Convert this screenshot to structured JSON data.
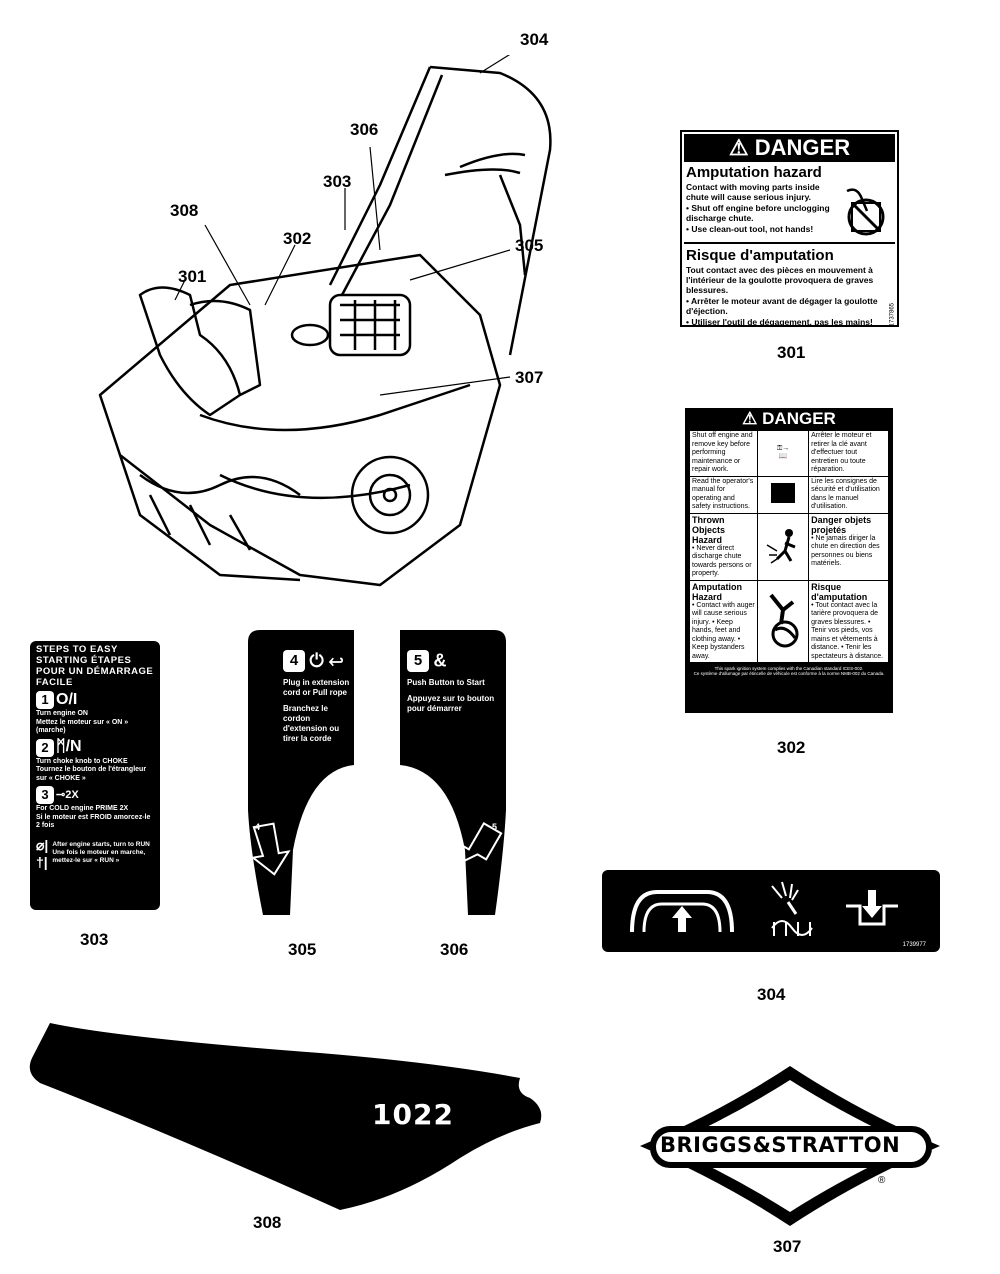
{
  "callouts": {
    "c304": "304",
    "c306": "306",
    "c303": "303",
    "c308": "308",
    "c302": "302",
    "c305": "305",
    "c301": "301",
    "c307": "307"
  },
  "decal_301": {
    "header": "DANGER",
    "en_title": "Amputation hazard",
    "en_body": "Contact with moving parts inside chute will cause serious injury.",
    "en_b1": "• Shut off engine before unclogging discharge chute.",
    "en_b2": "• Use clean-out tool, not hands!",
    "fr_title": "Risque d'amputation",
    "fr_body": "Tout contact avec des pièces en mouvement à l'intérieur de la goulotte provoquera de graves blessures.",
    "fr_b1": "• Arrêter le moteur avant de dégager la goulotte d'éjection.",
    "fr_b2": "• Utiliser l'outil de dégagement, pas les mains!",
    "code": "1737865",
    "label": "301"
  },
  "decal_302": {
    "header": "DANGER",
    "r1_en": "Shut off engine and remove key before performing maintenance or repair work.",
    "r1_fr": "Arrêter le moteur et retirer la clé avant d'effectuer tout entretien ou toute réparation.",
    "r2_en": "Read the operator's manual for operating and safety instructions.",
    "r2_fr": "Lire les consignes de sécurité et d'utilisation dans le manuel d'utilisation.",
    "r3_en_t": "Thrown Objects Hazard",
    "r3_en": "• Never direct discharge chute towards persons or property.",
    "r3_fr_t": "Danger objets projetés",
    "r3_fr": "• Ne jamais diriger la chute en direction des personnes ou biens matériels.",
    "r4_en_t": "Amputation Hazard",
    "r4_en": "• Contact with auger will cause serious injury. • Keep hands, feet and clothing away. • Keep bystanders away.",
    "r4_fr_t": "Risque d'amputation",
    "r4_fr": "• Tout contact avec la tarière provoquera de graves blessures. • Tenir vos pieds, vos mains et vêtements à distance. • Tenir les spectateurs à distance.",
    "foot1": "This spark ignition system complies with the Canadian standard ICES-002.",
    "foot2": "Ce système d'allumage par étincelle de véhicule est conforme à la norme NMB-002 du Canada.",
    "label": "302"
  },
  "decal_303": {
    "title": "STEPS TO EASY STARTING ÉTAPES POUR UN DÉMARRAGE FACILE",
    "s1_num": "1",
    "s1_en": "Turn engine ON",
    "s1_fr": "Mettez le moteur sur « ON » (marche)",
    "s2_num": "2",
    "s2_en": "Turn choke knob to CHOKE",
    "s2_fr": "Tournez le bouton de l'étrangleur sur « CHOKE »",
    "s3_num": "3",
    "s3_icon": "2X",
    "s3_en": "For COLD engine PRIME 2X",
    "s3_fr": "Si le moteur est FROID amorcez-le 2 fois",
    "s4": "After engine starts, turn to RUN Une fois le moteur en marche, mettez-le sur « RUN »",
    "label": "303"
  },
  "decal_305": {
    "num": "4",
    "en": "Plug in extension cord or Pull rope",
    "fr": "Branchez le cordon d'extension ou tirer la corde",
    "arrow_num": "4",
    "label": "305"
  },
  "decal_306": {
    "num": "5",
    "en": "Push Button to Start",
    "fr": "Appuyez sur to bouton pour démarrer",
    "arrow_num": "5",
    "label": "306"
  },
  "decal_304": {
    "code": "1739977",
    "label": "304"
  },
  "decal_308": {
    "model": "1022",
    "label": "308"
  },
  "decal_307": {
    "brand": "BRIGGS&STRATTON",
    "label": "307"
  },
  "icons": [
    "warning-triangle-icon",
    "hand-in-chute-icon",
    "key-icon",
    "manual-icon",
    "thrown-objects-icon",
    "auger-icon",
    "handle-icon",
    "auger-spray-icon",
    "push-down-icon",
    "choke-icon",
    "primer-icon",
    "throttle-icon"
  ]
}
